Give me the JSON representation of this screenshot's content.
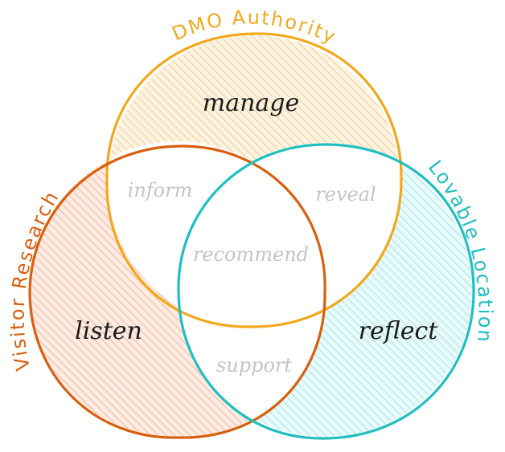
{
  "sets": {
    "top": {
      "title": "DMO Authority",
      "label": "manage",
      "color": "#f2a81d",
      "fill": "#fbe3bd"
    },
    "left": {
      "title": "Visitor Research",
      "label": "listen",
      "color": "#d95f0e",
      "fill": "#f7cdb8"
    },
    "right": {
      "title": "Lovable Location",
      "label": "reflect",
      "color": "#20bfc0",
      "fill": "#bfeff0"
    }
  },
  "overlaps": {
    "top_left": "inform",
    "top_right": "reveal",
    "left_right": "support",
    "center": "recommend"
  }
}
